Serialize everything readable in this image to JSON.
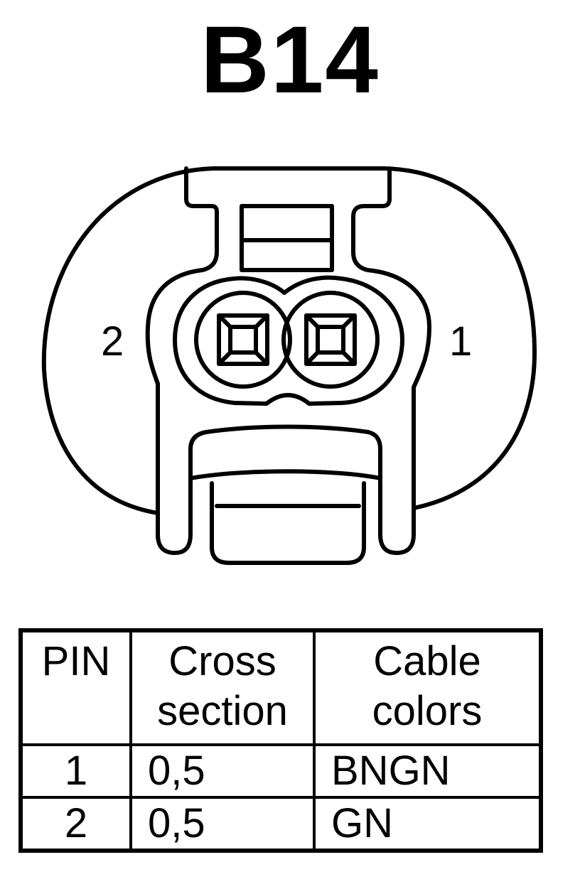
{
  "title": "B14",
  "connector": {
    "pin_labels": {
      "left": "2",
      "right": "1"
    }
  },
  "table": {
    "headers": {
      "pin": "PIN",
      "cross_line1": "Cross",
      "cross_line2": "section",
      "color_line1": "Cable",
      "color_line2": "colors"
    },
    "rows": [
      {
        "pin": "1",
        "cross_section": "0,5",
        "color": "BNGN"
      },
      {
        "pin": "2",
        "cross_section": "0,5",
        "color": "GN"
      }
    ]
  }
}
